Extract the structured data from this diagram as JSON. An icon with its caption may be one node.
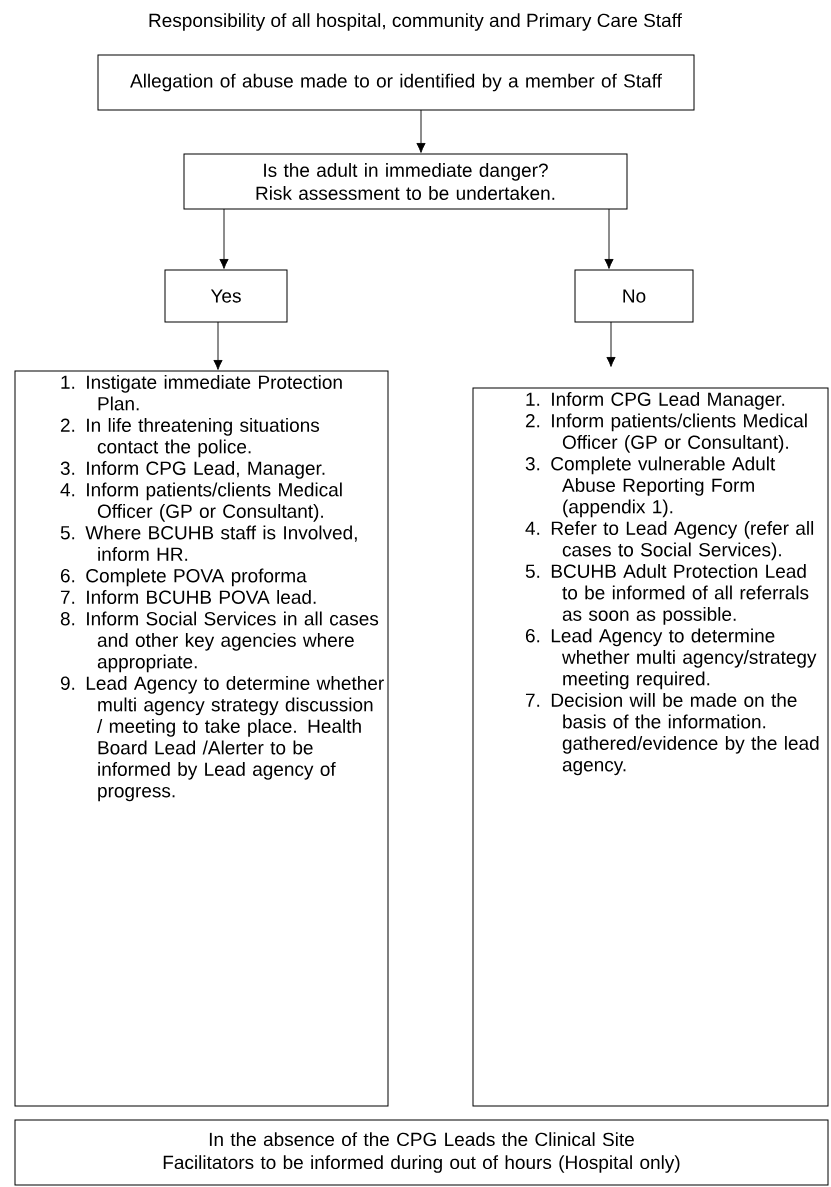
{
  "diagram": {
    "title": "Responsibility of all hospital, community and Primary Care Staff",
    "nodes": [
      {
        "text": [
          "Allegation of abuse made to or identified by a member of Staff"
        ]
      },
      {
        "text": [
          "Is the adult in immediate danger? Risk assessment to be undertaken."
        ]
      },
      {
        "text": [
          "Yes"
        ]
      },
      {
        "text": [
          "No"
        ]
      },
      {
        "text": [
          "1. Instigate immediate Protection Plan.",
          "2. In life threatening situations contact the police.",
          "3. Inform CPG Lead, Manager.",
          "4. Inform patients/clients Medical Officer (GP or Consultant).",
          "5. Where BCUHB staff is Involved, inform HR.",
          "6. Complete POVA proforma",
          "7. Inform BCUHB POVA lead.",
          "8. Inform Social Services in all cases and other key agencies where appropriate.",
          "9. Lead Agency to determine whether multi agency strategy discussion / meeting to take place. Health Board Lead /Alerter to be informed by Lead agency of progress."
        ]
      },
      {
        "text": [
          "1. Inform CPG Lead Manager.",
          "2. Inform patients/clients Medical Officer (GP or Consultant).",
          "3. Complete vulnerable Adult Abuse Reporting Form (appendix 1).",
          "4. Refer to Lead Agency (refer all cases to Social Services).",
          "5. BCUHB Adult Protection Lead to be informed of all referrals as soon as possible.",
          "6. Lead Agency to determine whether multi agency/strategy meeting required.",
          "7. Decision will be made on the basis of the information. gathered/evidence by the lead agency."
        ]
      },
      {
        "text": [
          "In the absence of the CPG Leads the Clinical Site Facilitators to be informed during out of hours (Hospital only)"
        ]
      }
    ],
    "edges": [
      {
        "from": 0,
        "to": 1,
        "arrow": "to"
      },
      {
        "from": 1,
        "to": 2,
        "arrow": "to"
      },
      {
        "from": 1,
        "to": 3,
        "arrow": "to"
      },
      {
        "from": 2,
        "to": 4,
        "arrow": "to"
      },
      {
        "from": 3,
        "to": 5,
        "arrow": "to"
      }
    ]
  }
}
